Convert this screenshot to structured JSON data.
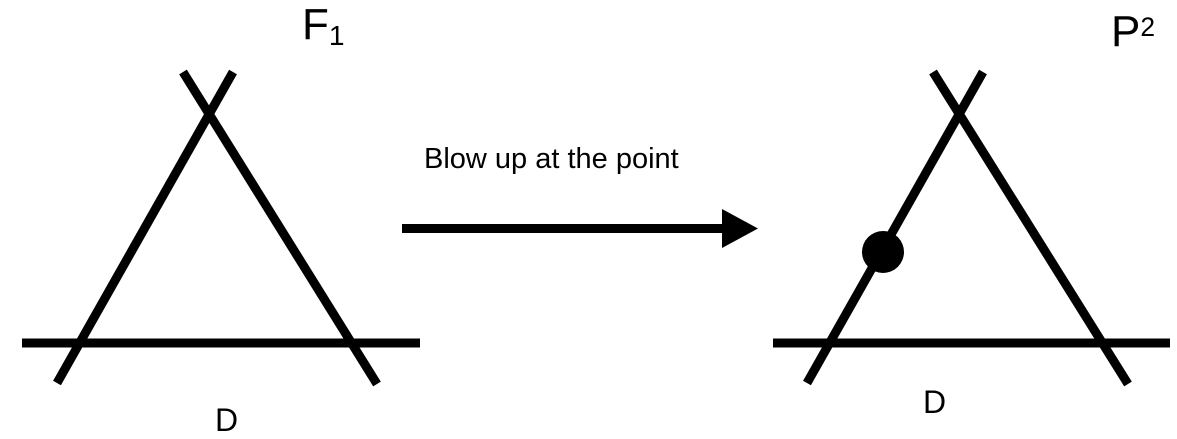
{
  "left_figure": {
    "title_base": "F",
    "title_subscript": "1",
    "curve_label": "D"
  },
  "arrow": {
    "caption": "Blow up at the point"
  },
  "right_figure": {
    "title_base": "P",
    "title_superscript": "2",
    "curve_label": "D"
  },
  "colors": {
    "ink": "#000000",
    "background": "#ffffff"
  }
}
